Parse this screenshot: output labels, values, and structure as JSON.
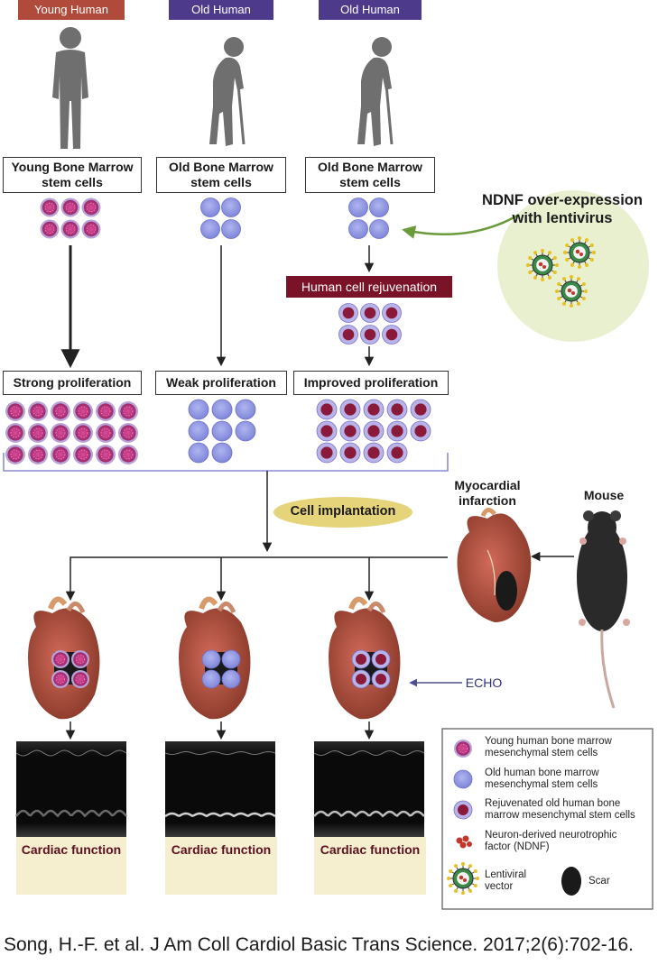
{
  "groups": [
    {
      "tag": "Young Human",
      "tag_color": "#b04a3a",
      "source_line1": "Young Bone Marrow",
      "source_line2": "stem cells",
      "proliferation": "Strong proliferation",
      "cardiac": "Cardiac function",
      "arrows_up": 3
    },
    {
      "tag": "Old Human",
      "tag_color": "#4e3a8a",
      "source_line1": "Old Bone Marrow",
      "source_line2": "stem cells",
      "proliferation": "Weak proliferation",
      "cardiac": "Cardiac function",
      "arrows_up": 1
    },
    {
      "tag": "Old Human",
      "tag_color": "#4e3a8a",
      "source_line1": "Old Bone Marrow",
      "source_line2": "stem cells",
      "proliferation": "Improved proliferation",
      "cardiac": "Cardiac function",
      "arrows_up": 2
    }
  ],
  "ndnf": {
    "line1": "NDNF over-expression",
    "line2": "with lentivirus"
  },
  "rejuvenation": "Human cell rejuvenation",
  "implantation": "Cell implantation",
  "mi": {
    "line1": "Myocardial",
    "line2": "infarction"
  },
  "mouse": "Mouse",
  "echo": "ECHO",
  "legend": {
    "young_line1": "Young human bone marrow",
    "young_line2": "mesenchymal stem cells",
    "old_line1": "Old human bone marrow",
    "old_line2": "mesenchymal stem cells",
    "rejuv_line1": "Rejuvenated old human bone",
    "rejuv_line2": "marrow mesenchymal stem cells",
    "ndnf_line1": "Neuron-derived neurotrophic",
    "ndnf_line2": "factor (NDNF)",
    "vector_line1": "Lentiviral",
    "vector_line2": "vector",
    "scar": "Scar"
  },
  "citation": "Song, H.-F. et al. J Am Coll Cardiol Basic Trans Science. 2017;2(6):702-16.",
  "colors": {
    "young_cell": "#b8337a",
    "old_cell": "#8c93e0",
    "rejuv_core": "#8a1a3a",
    "rejuv_tag": "#7a1228",
    "implant_oval": "#e6d47a",
    "divider": "#8a8fd0"
  }
}
